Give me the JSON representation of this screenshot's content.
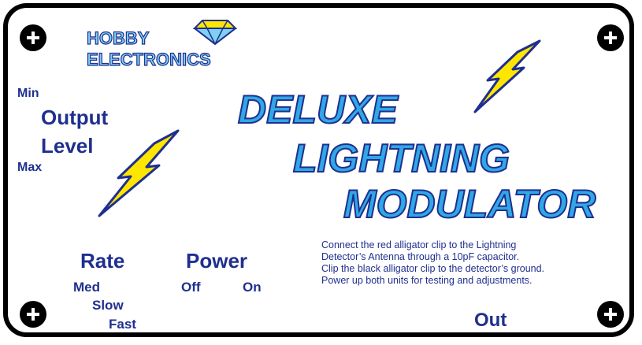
{
  "logo": {
    "line1": "HOBBY",
    "line2": "ELECTRONICS"
  },
  "title": {
    "line1": "DELUXE",
    "line2": "LIGHTNING",
    "line3": "MODULATOR"
  },
  "output_level": {
    "min": "Min",
    "label1": "Output",
    "label2": "Level",
    "max": "Max"
  },
  "rate": {
    "label": "Rate",
    "med": "Med",
    "slow": "Slow",
    "fast": "Fast"
  },
  "power": {
    "label": "Power",
    "off": "Off",
    "on": "On"
  },
  "out": {
    "label": "Out"
  },
  "instructions": [
    "Connect the red alligator clip to the Lightning",
    "Detector’s Antenna through a 10pF capacitor.",
    "Clip the black alligator clip to the detector’s ground.",
    "Power up both units for testing and adjustments."
  ],
  "colors": {
    "text": "#1f2f8f",
    "title_fill": "#30a8e6",
    "bolt": "#ffe600",
    "logo_fill": "#7fd0f2"
  },
  "icons": [
    "plus-screw-icon",
    "diamond-logo-icon",
    "lightning-bolt-icon"
  ]
}
